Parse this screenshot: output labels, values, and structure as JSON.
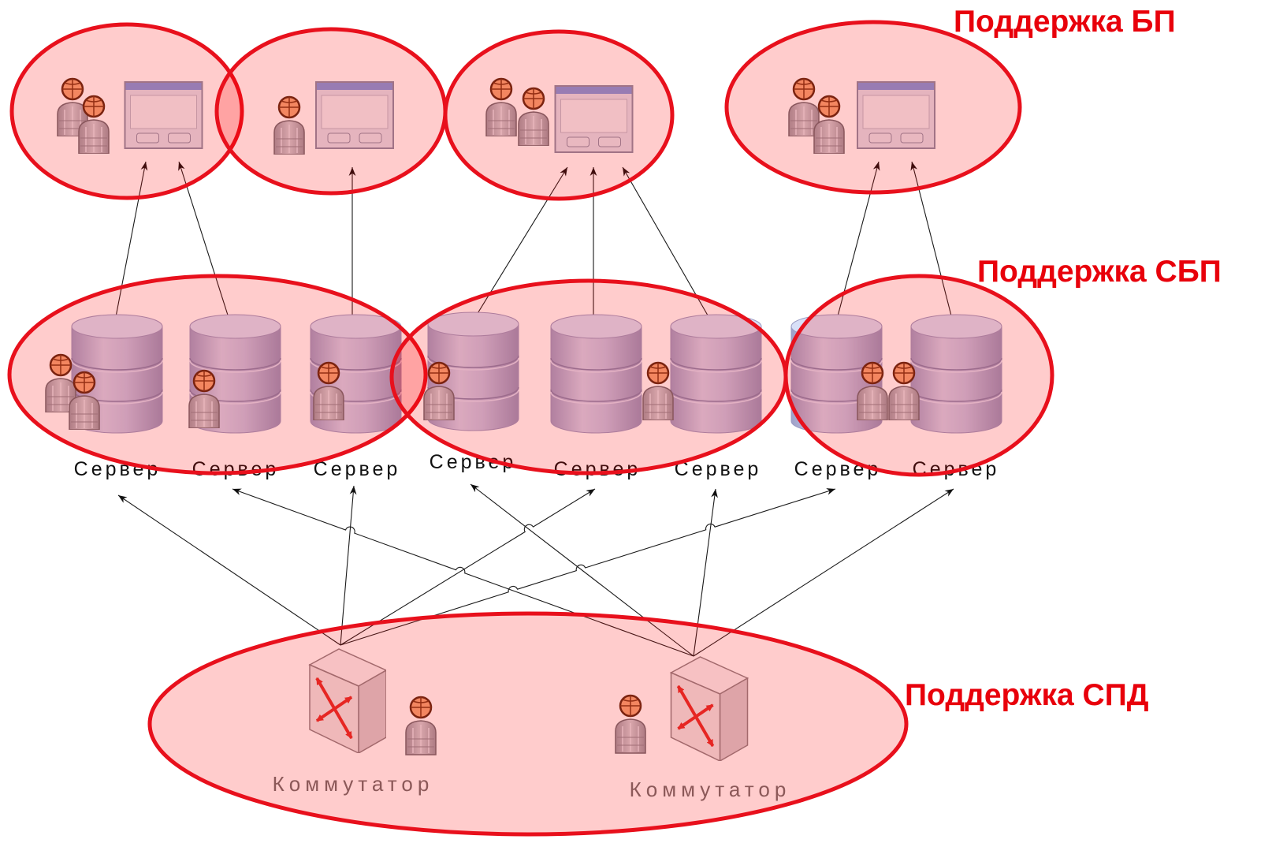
{
  "labels": {
    "bp": "Поддержка БП",
    "sbp": "Поддержка СБП",
    "spd": "Поддержка СПД"
  },
  "servers": [
    "Сервер",
    "Сервер",
    "Сервер",
    "Сервер",
    "Сервер",
    "Сервер",
    "Сервер",
    "Сервер"
  ],
  "switches": [
    "Коммутатор",
    "Коммутатор"
  ],
  "icons": {
    "user": "person-icon",
    "application": "window-icon",
    "server": "database-icon",
    "switch": "switch-icon"
  },
  "colors": {
    "zone_stroke": "#e8101c",
    "zone_fill": "#ff0000",
    "label": "#e8000b"
  }
}
